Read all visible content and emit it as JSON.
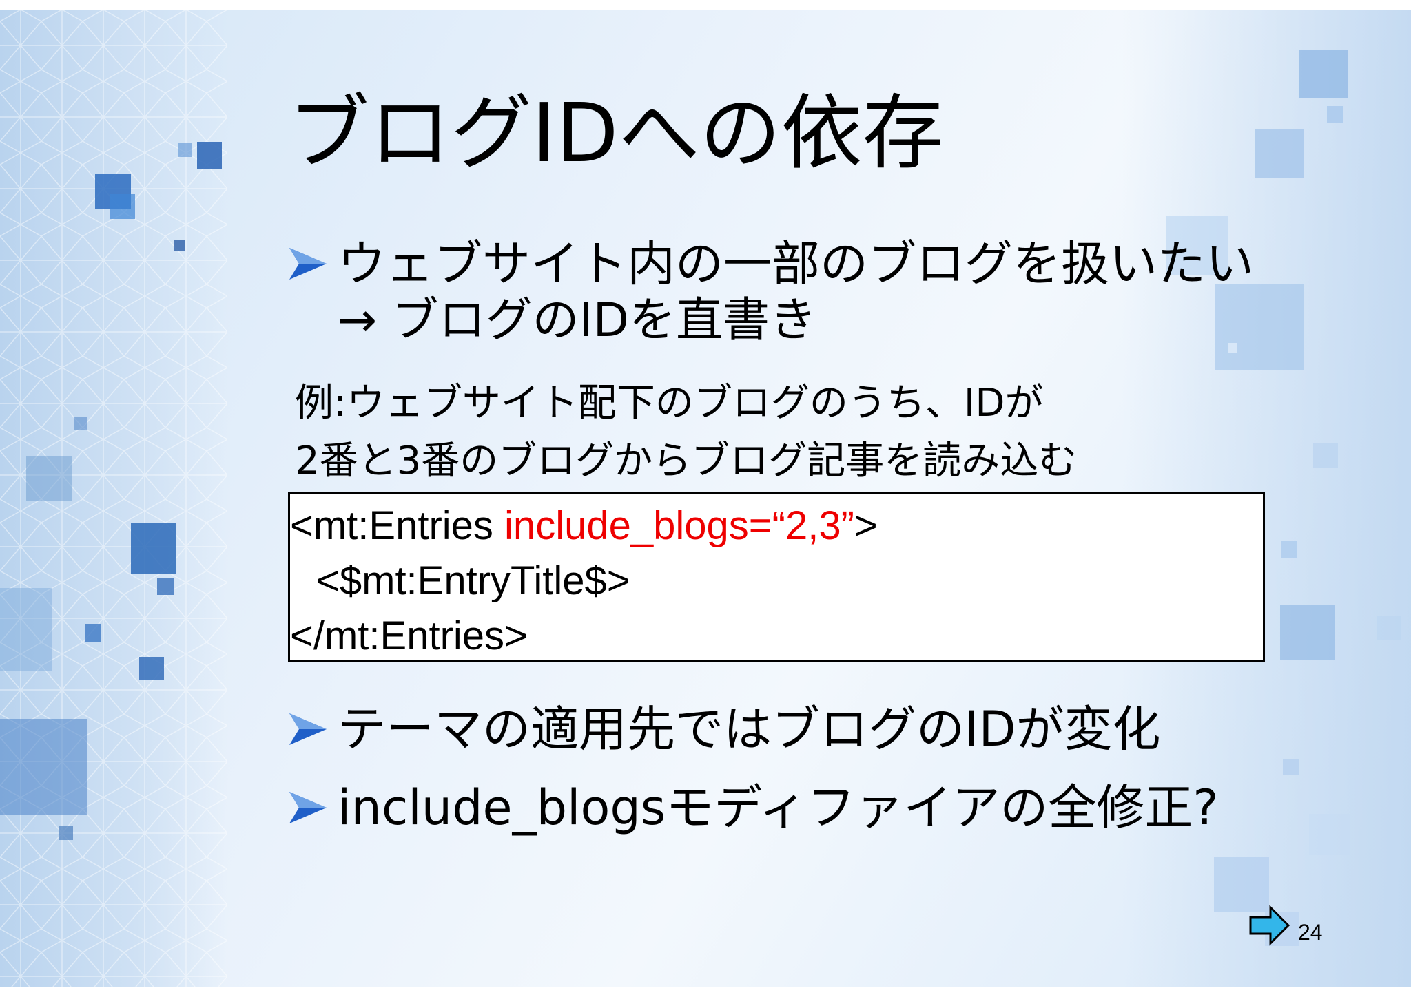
{
  "slide": {
    "title": "ブログIDへの依存",
    "bullets": [
      "ウェブサイト内の一部のブログを扱いたい",
      "テーマの適用先ではブログのIDが変化",
      "include_blogsモディファイアの全修正?"
    ],
    "bullet1_continuation": "→ ブログのIDを直書き",
    "example_lines": [
      "例:ウェブサイト配下のブログのうち、IDが",
      "2番と3番のブログからブログ記事を読み込む"
    ],
    "code": {
      "line1_prefix": "<mt:Entries ",
      "line1_highlight": "include_blogs=“2,3”",
      "line1_suffix": ">",
      "line2": "<$mt:EntryTitle$>",
      "line3": "</mt:Entries>"
    },
    "page_number": "24"
  },
  "colors": {
    "highlight": "#ee0000",
    "bullet_arrow": "#1f5fc8",
    "next_arrow": "#33b6ea"
  },
  "icons": {
    "bullet": "arrowhead-bullet-icon",
    "next": "next-slide-arrow-icon"
  }
}
